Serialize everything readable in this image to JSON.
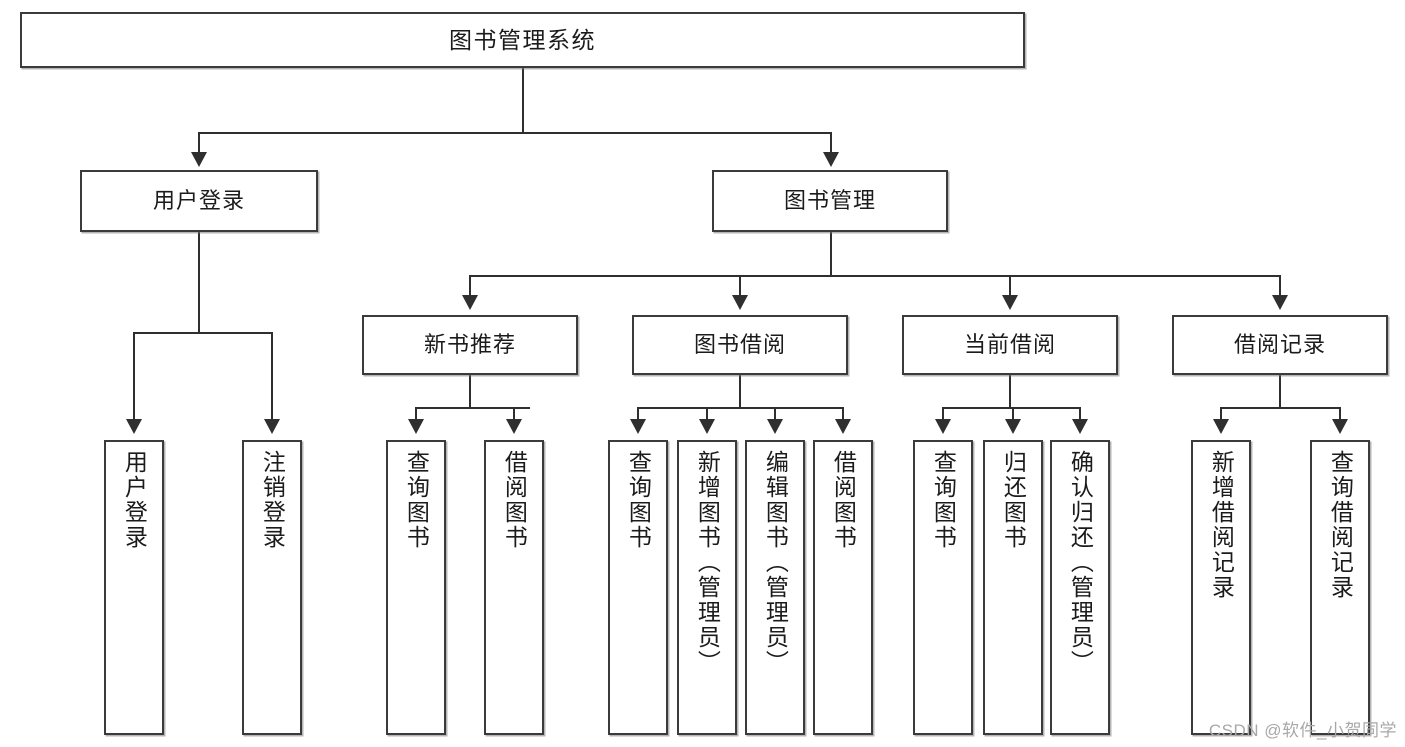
{
  "diagram": {
    "type": "tree",
    "title": "图书管理系统",
    "root": {
      "label": "图书管理系统"
    },
    "level2": [
      {
        "label": "用户登录"
      },
      {
        "label": "图书管理"
      }
    ],
    "level3": [
      {
        "label": "新书推荐"
      },
      {
        "label": "图书借阅"
      },
      {
        "label": "当前借阅"
      },
      {
        "label": "借阅记录"
      }
    ],
    "leaves": {
      "user_login": [
        {
          "label": "用户登录"
        },
        {
          "label": "注销登录"
        }
      ],
      "new_book_recommend": [
        {
          "label": "查询图书"
        },
        {
          "label": "借阅图书"
        }
      ],
      "book_borrow": [
        {
          "label": "查询图书"
        },
        {
          "label": "新增图书（管理员）"
        },
        {
          "label": "编辑图书（管理员）"
        },
        {
          "label": "借阅图书"
        }
      ],
      "current_borrow": [
        {
          "label": "查询图书"
        },
        {
          "label": "归还图书"
        },
        {
          "label": "确认归还（管理员）"
        }
      ],
      "borrow_record": [
        {
          "label": "新增借阅记录"
        },
        {
          "label": "查询借阅记录"
        }
      ]
    }
  },
  "watermark": {
    "text": "CSDN @软件_小贺同学"
  },
  "colors": {
    "stroke": "#3b3b3b",
    "line": "#2f2f2f",
    "background": "#ffffff",
    "watermark": "#a8a8a8"
  }
}
